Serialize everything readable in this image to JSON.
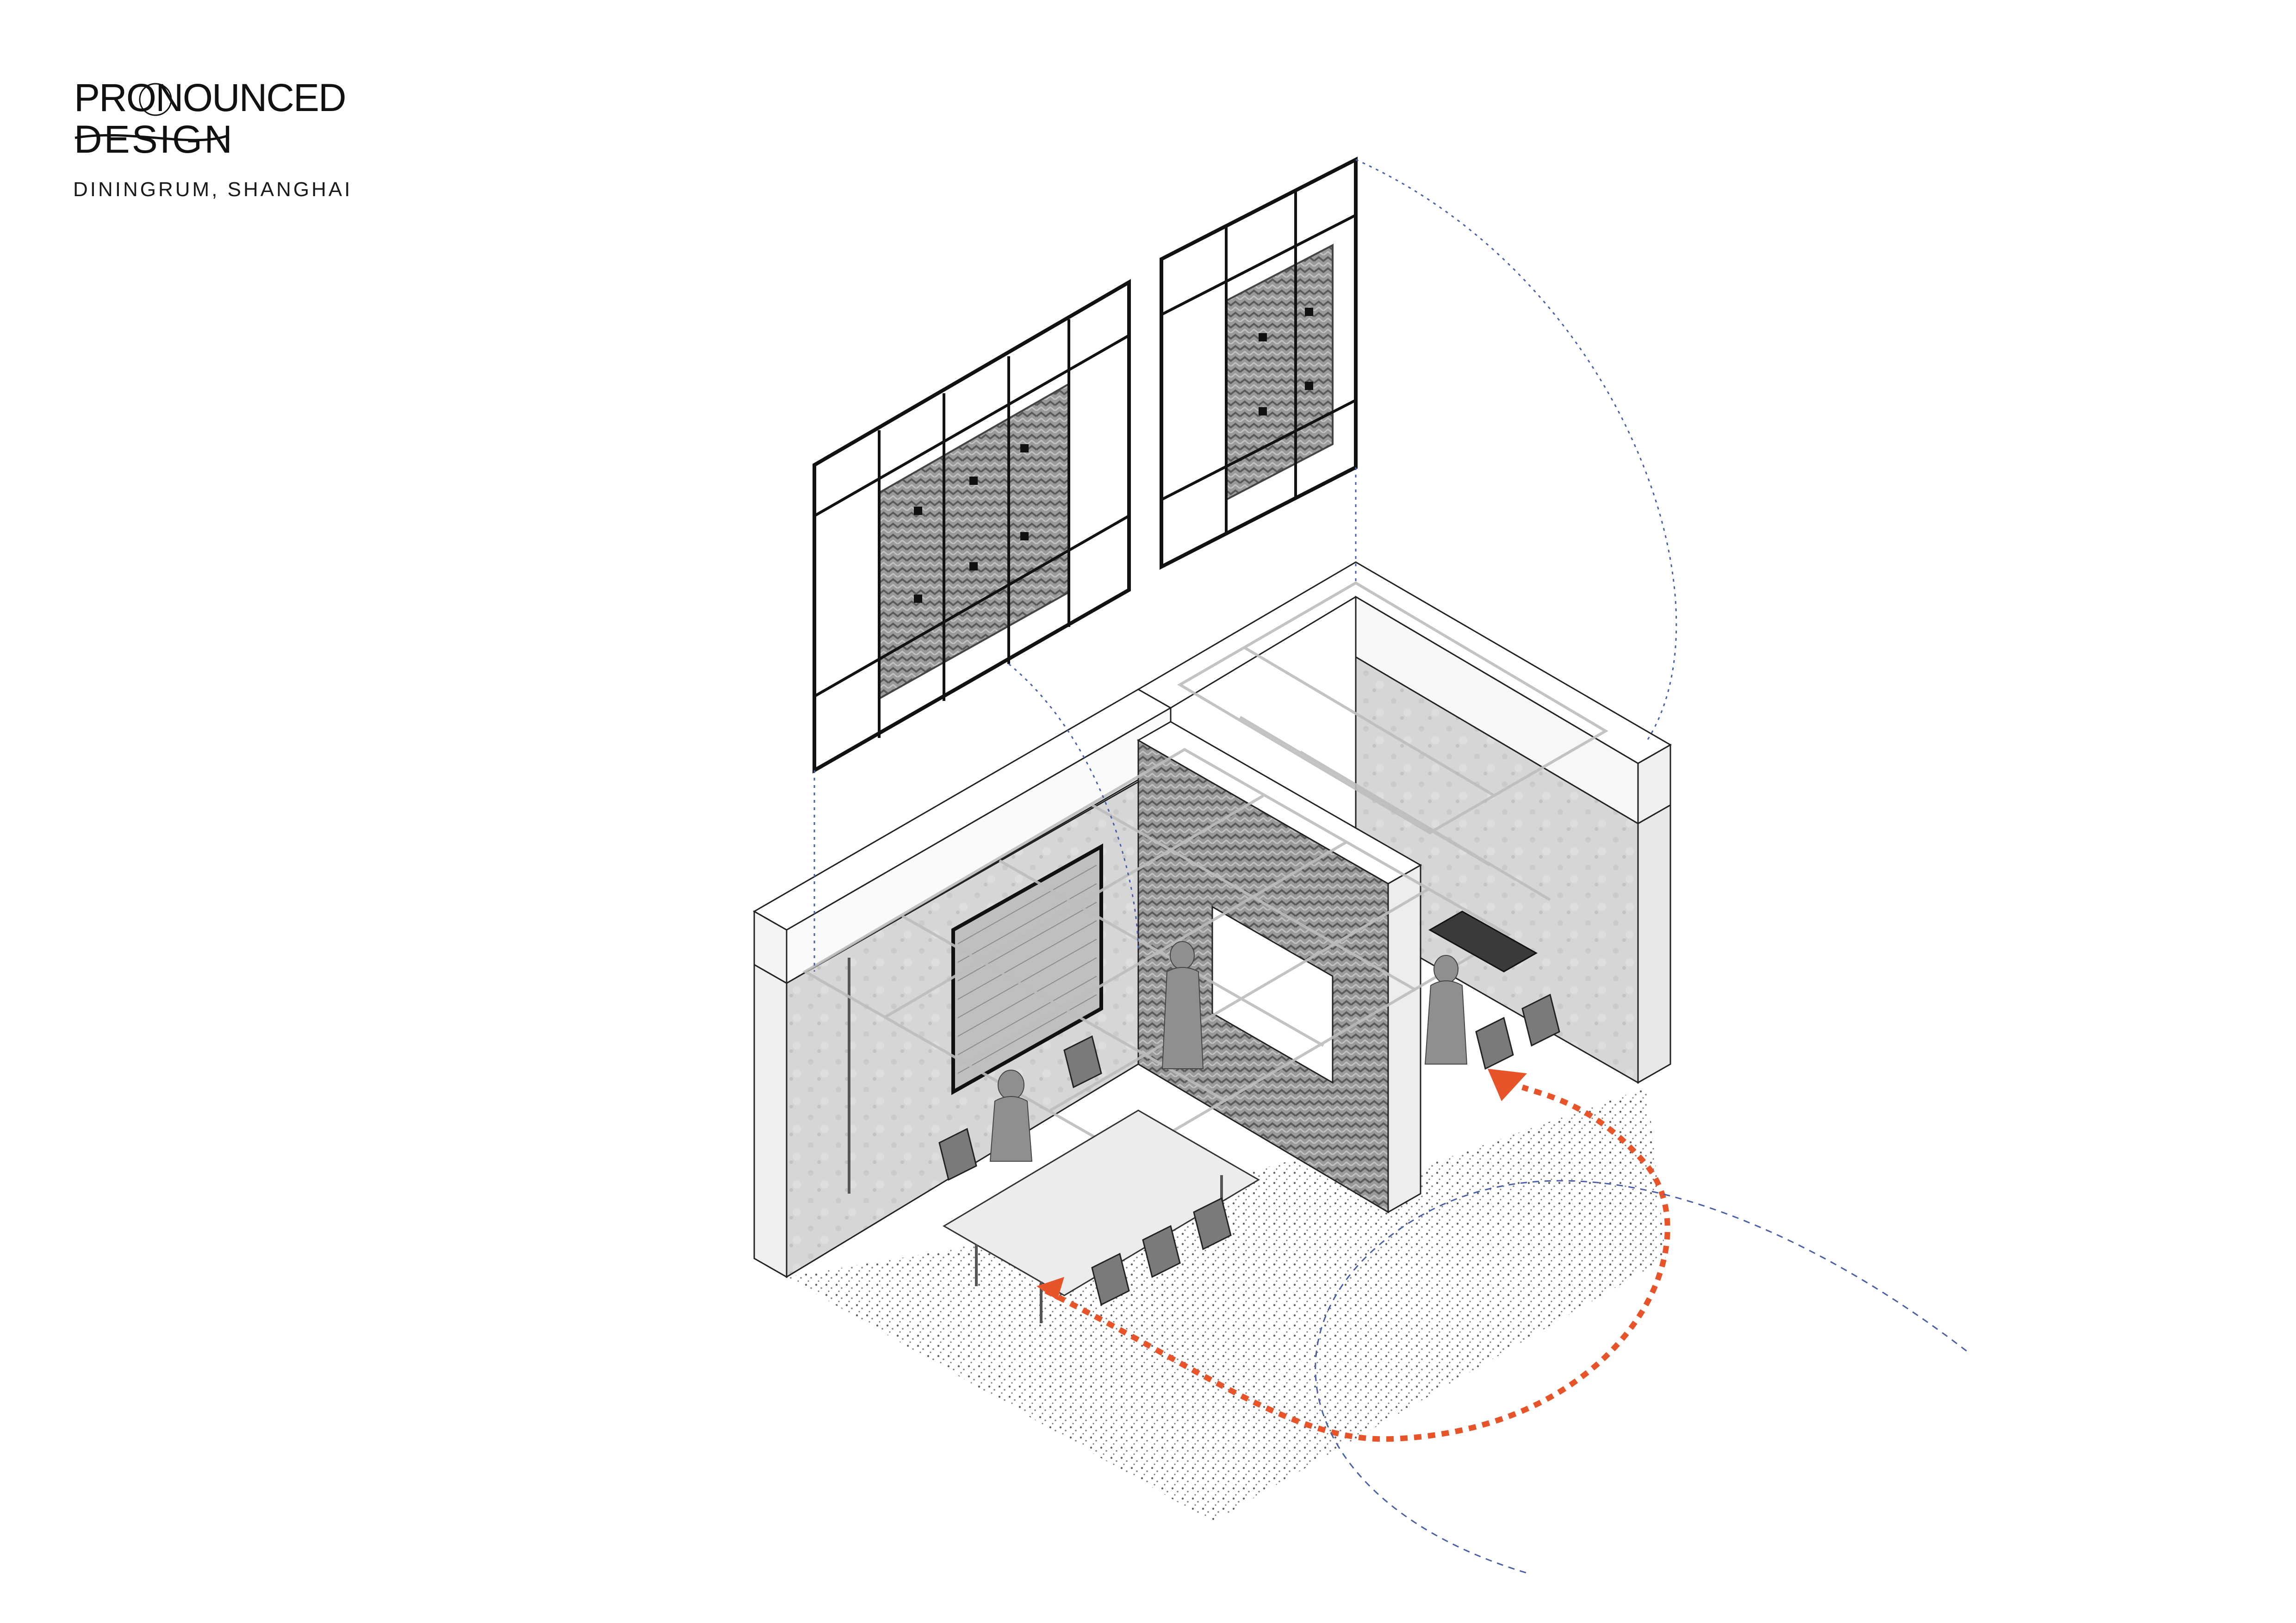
{
  "brand": {
    "line1": "PRONOUNCED",
    "line2": "DESIGN"
  },
  "project": {
    "caption": "DININGRUM, SHANGHAI"
  },
  "colors": {
    "ink": "#1a1a1a",
    "accent_arrow": "#e8542a",
    "guide_blue": "#4a5fa8",
    "wall_grey": "#cfcfcf",
    "panel_grey": "#8a8a8a",
    "floor_dots": "#555555"
  },
  "icons": {
    "circulation": "dashed-arrow",
    "pendant": "dotted-arc"
  }
}
